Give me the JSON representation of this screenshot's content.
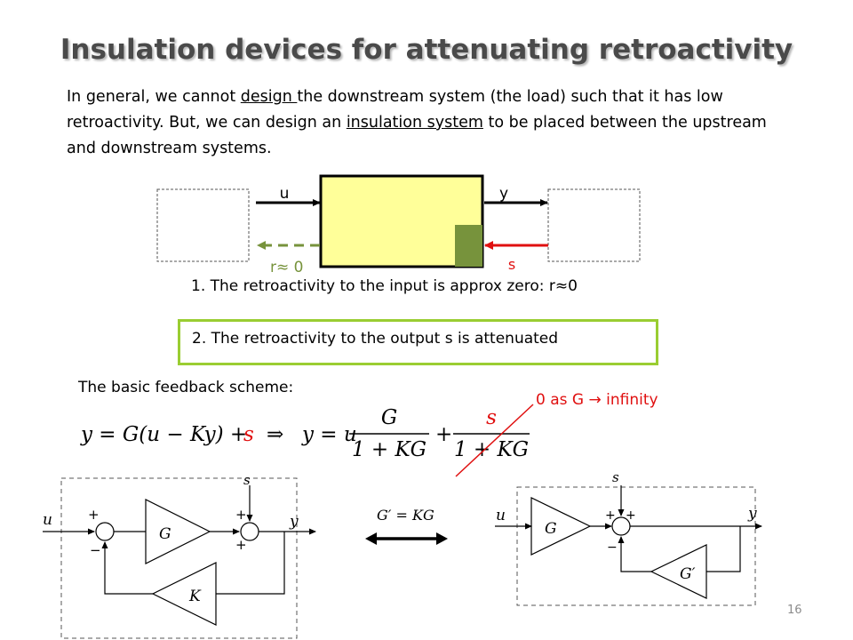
{
  "title": "Insulation devices for attenuating retroactivity",
  "intro": {
    "p1": "In general, we cannot ",
    "u1": "design ",
    "p2": "the downstream system (the load) such that it has low retroactivity. But, we can design an ",
    "u2": "insulation system",
    "p3": " to be placed between the upstream and downstream systems."
  },
  "top_diagram": {
    "u": "u",
    "y": "y",
    "r": "r≈ 0",
    "s": "s"
  },
  "items": {
    "one": "1.   The retroactivity to the input is approx zero: r≈0",
    "two": "2. The retroactivity to the output s is attenuated"
  },
  "basic_label": "The basic feedback scheme:",
  "annotation": "0 as G  →  infinity",
  "equation": {
    "lhs": "y = G(u − Ky) + ",
    "s": "s",
    "implies": "⇒",
    "rhs_start": "y = u",
    "num1": "G",
    "den1": "1 + KG",
    "plus": "+",
    "num2": "s",
    "den2": "1 + KG"
  },
  "left_diagram": {
    "u": "u",
    "s": "s",
    "y": "y",
    "G": "G",
    "K": "K",
    "plus1": "+",
    "minus1": "−",
    "plus2": "+",
    "plus3": "+"
  },
  "middle": {
    "eq": "G′ = KG"
  },
  "right_diagram": {
    "u": "u",
    "s": "s",
    "y": "y",
    "G": "G",
    "Gp": "G′",
    "plus1": "+",
    "plus2": "+",
    "minus1": "−"
  },
  "page_number": "16",
  "colors": {
    "box_fill": "#ffff99",
    "green": "#77933c",
    "dashed_green": "#77933c",
    "red": "#e01010",
    "border_green": "#9acd32"
  }
}
